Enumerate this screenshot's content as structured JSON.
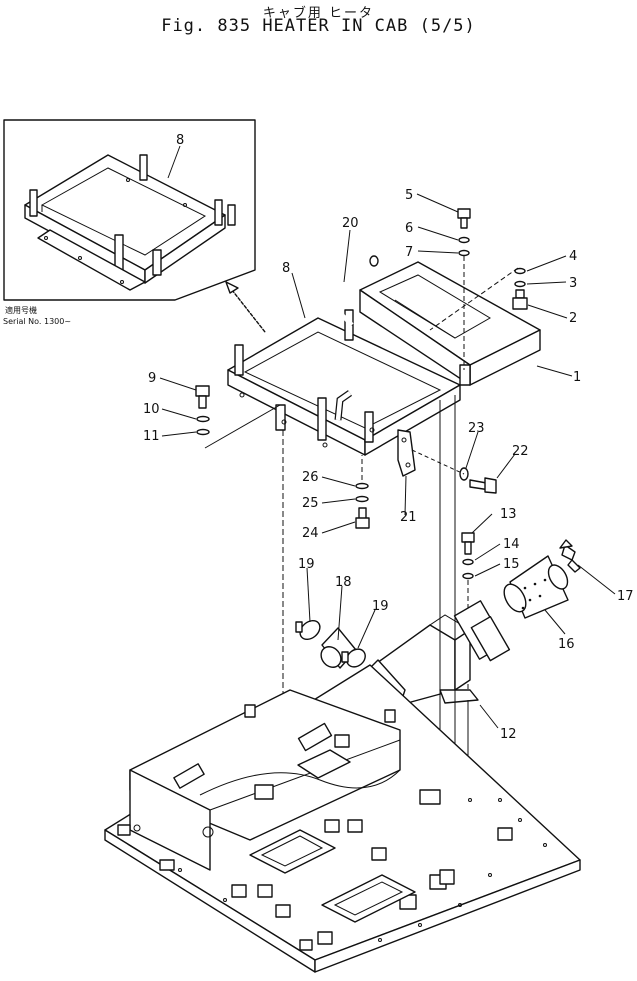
{
  "title": {
    "japanese": "キャブ用  ヒータ",
    "english": "Fig. 835   HEATER IN CAB (5/5)"
  },
  "inset": {
    "note_jp": "適用号機",
    "serial": "Serial No. 1300~",
    "part_label": "8"
  },
  "callouts": [
    "1",
    "2",
    "3",
    "4",
    "5",
    "6",
    "7",
    "8",
    "9",
    "10",
    "11",
    "12",
    "13",
    "14",
    "15",
    "16",
    "17",
    "18",
    "19",
    "19",
    "20",
    "21",
    "22",
    "23",
    "24",
    "25",
    "26"
  ]
}
